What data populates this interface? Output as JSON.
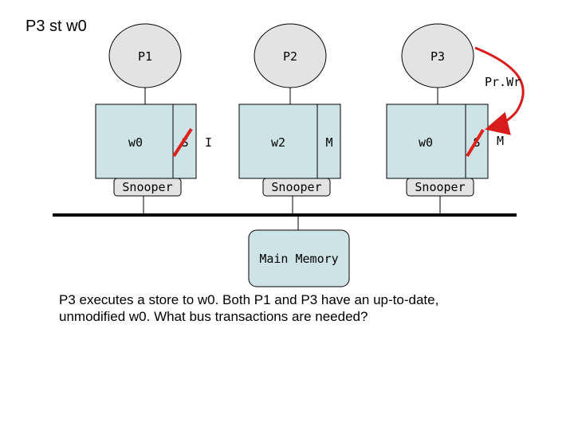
{
  "title": "P3 st w0",
  "processors": [
    {
      "label": "P1",
      "cache_word": "w0",
      "cache_state": "S",
      "snooper": "Snooper"
    },
    {
      "label": "P2",
      "cache_word": "w2",
      "cache_state": "M",
      "snooper": "Snooper"
    },
    {
      "label": "P3",
      "cache_word": "w0",
      "cache_state": "S",
      "snooper": "Snooper"
    }
  ],
  "state_changes": {
    "p1_new_state": "I",
    "p3_new_state": "M"
  },
  "processor_request": "Pr.Wr",
  "memory_label": "Main Memory",
  "caption": {
    "line1": "P3 executes a store to w0. Both P1 and P3 have an up-to-date,",
    "line2": "unmodified w0. What bus transactions are needed?"
  },
  "colors": {
    "processor_fill": "#e3e3e3",
    "cache_fill": "#cde3e6",
    "strike": "#e0201b",
    "request_arrow": "#d81c1c"
  }
}
